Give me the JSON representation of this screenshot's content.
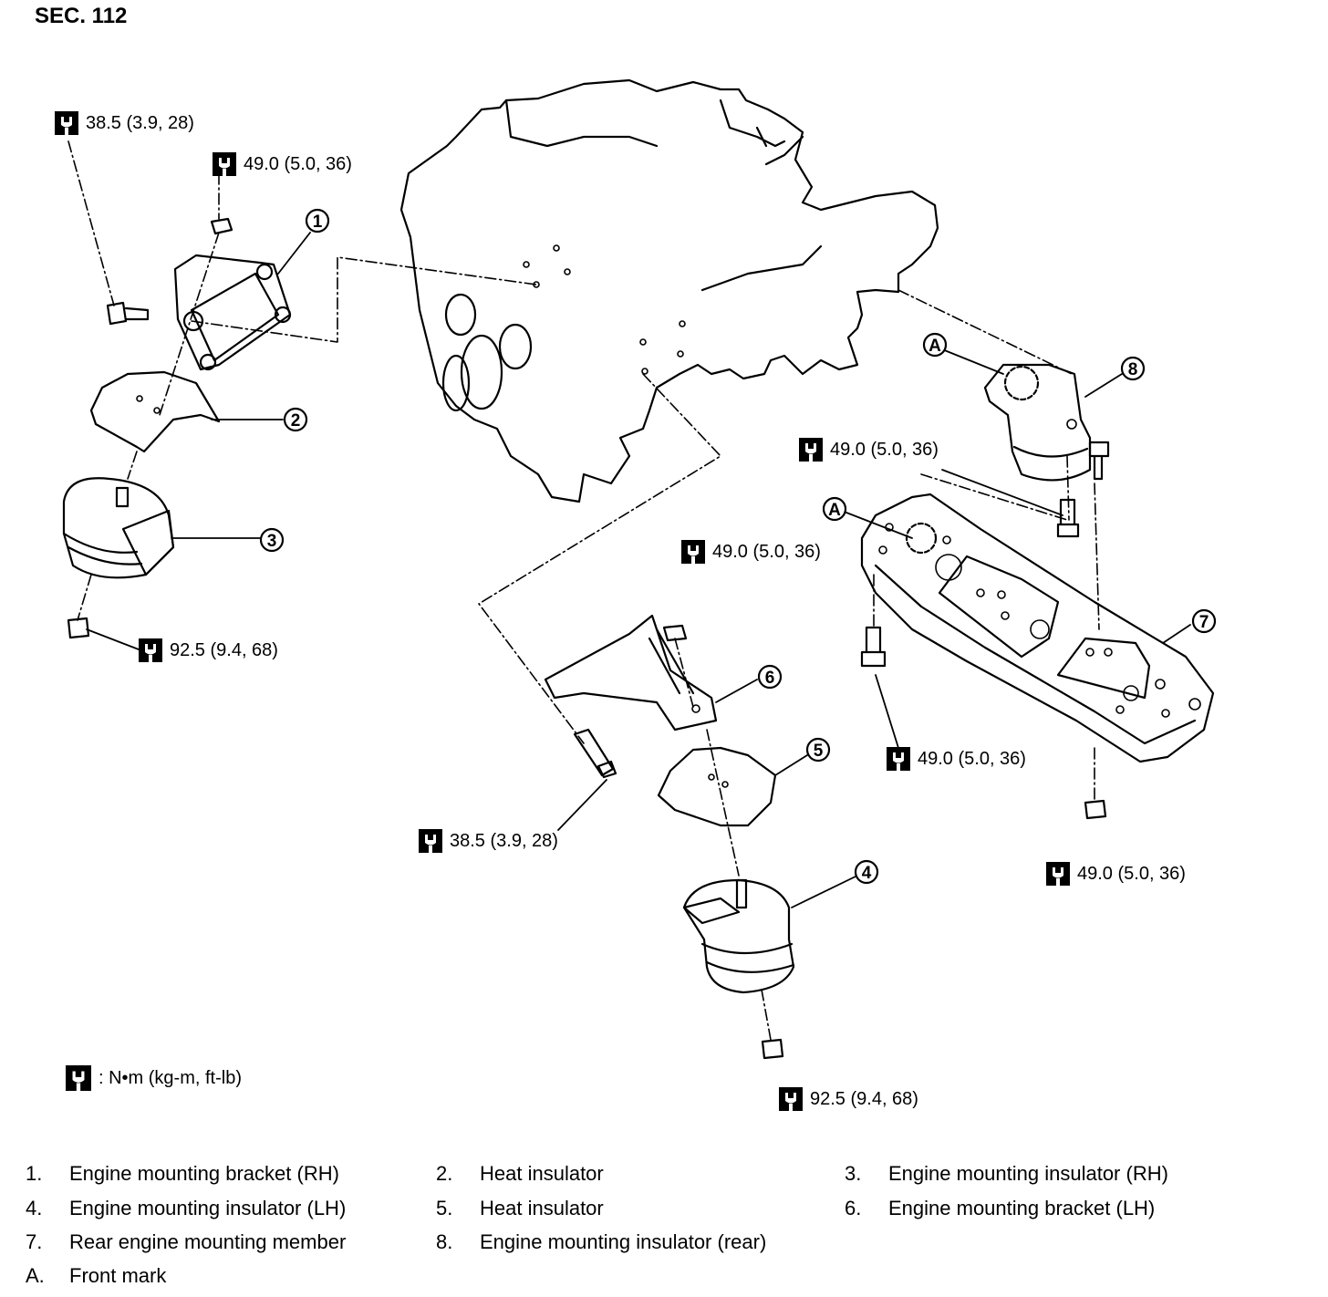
{
  "section": "SEC. 112",
  "torque_symbol": "torque-wrench-icon",
  "unit_legend": ": N•m (kg-m, ft-lb)",
  "torque_labels": [
    "38.5 (3.9, 28)",
    "49.0 (5.0, 36)",
    "92.5 (9.4, 68)",
    "49.0 (5.0, 36)",
    "49.0 (5.0, 36)",
    "49.0 (5.0, 36)",
    "38.5 (3.9, 28)",
    "49.0 (5.0, 36)",
    "92.5 (9.4, 68)"
  ],
  "callouts": [
    "1",
    "2",
    "3",
    "4",
    "5",
    "6",
    "7",
    "8"
  ],
  "front_marks": [
    "A",
    "A"
  ],
  "parts": [
    {
      "num": "1.",
      "name": "Engine mounting bracket (RH)"
    },
    {
      "num": "2.",
      "name": "Heat insulator"
    },
    {
      "num": "3.",
      "name": "Engine mounting insulator (RH)"
    },
    {
      "num": "4.",
      "name": "Engine mounting insulator (LH)"
    },
    {
      "num": "5.",
      "name": "Heat insulator"
    },
    {
      "num": "6.",
      "name": "Engine mounting bracket (LH)"
    },
    {
      "num": "7.",
      "name": "Rear engine mounting member"
    },
    {
      "num": "8.",
      "name": "Engine mounting insulator (rear)"
    },
    {
      "num": "A.",
      "name": "Front mark"
    }
  ]
}
